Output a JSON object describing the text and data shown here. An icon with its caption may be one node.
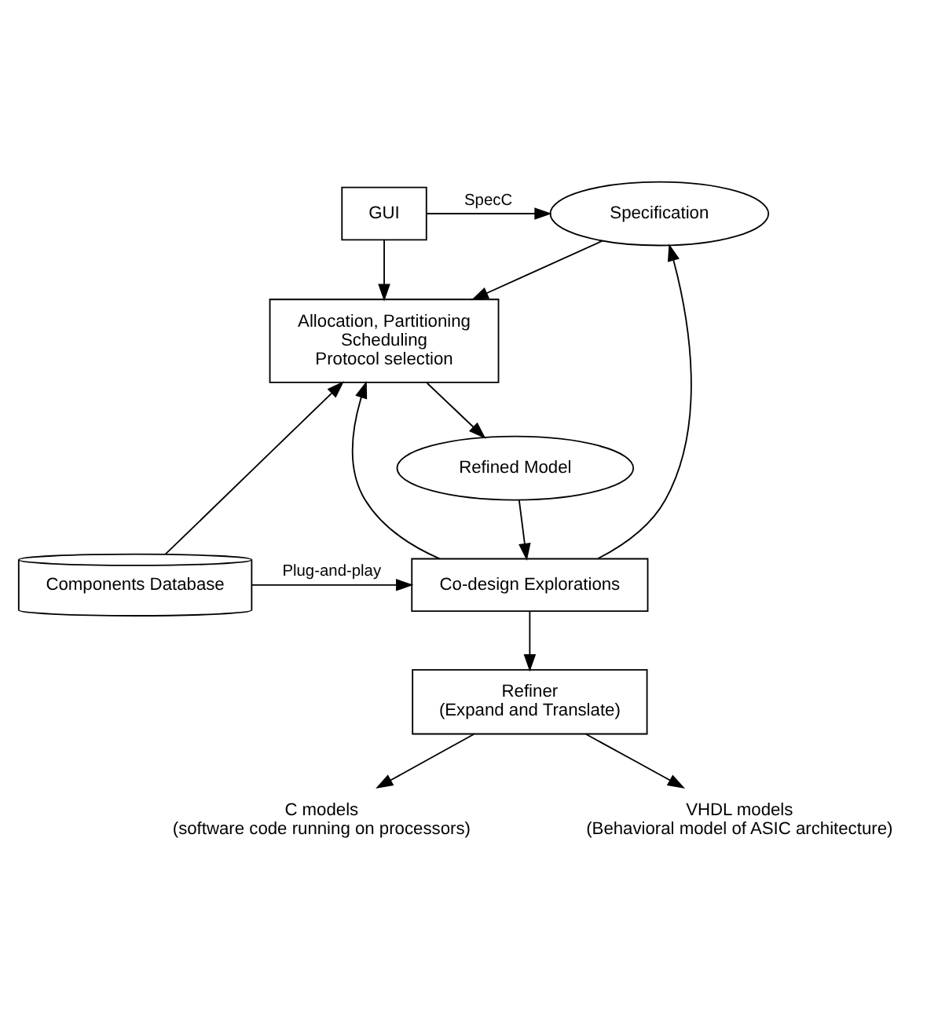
{
  "diagram": {
    "nodes": [
      {
        "text": [
          "GUI"
        ]
      },
      {
        "text": [
          "Specification"
        ]
      },
      {
        "text": [
          "Allocation, Partitioning",
          "Scheduling",
          "Protocol selection"
        ]
      },
      {
        "text": [
          "Refined Model"
        ]
      },
      {
        "text": [
          "Components Database"
        ]
      },
      {
        "text": [
          "Co-design Explorations"
        ]
      },
      {
        "text": [
          "Refiner",
          "(Expand and Translate)"
        ]
      },
      {
        "text": [
          "C models",
          "(software code running on processors)"
        ]
      },
      {
        "text": [
          "VHDL models",
          "(Behavioral model of ASIC architecture)"
        ]
      }
    ],
    "edges": [
      {
        "from": 0,
        "to": 1,
        "arrow": "to",
        "label": "SpecC"
      },
      {
        "from": 0,
        "to": 2,
        "arrow": "to"
      },
      {
        "from": 1,
        "to": 2,
        "arrow": "to"
      },
      {
        "from": 2,
        "to": 3,
        "arrow": "to"
      },
      {
        "from": 3,
        "to": 5,
        "arrow": "to"
      },
      {
        "from": 4,
        "to": 2,
        "arrow": "to"
      },
      {
        "from": 4,
        "to": 5,
        "arrow": "to",
        "label": "Plug-and-play"
      },
      {
        "from": 5,
        "to": 1,
        "arrow": "to"
      },
      {
        "from": 5,
        "to": 2,
        "arrow": "to"
      },
      {
        "from": 5,
        "to": 6,
        "arrow": "to"
      },
      {
        "from": 6,
        "to": 7,
        "arrow": "to"
      },
      {
        "from": 6,
        "to": 8,
        "arrow": "to"
      }
    ]
  }
}
